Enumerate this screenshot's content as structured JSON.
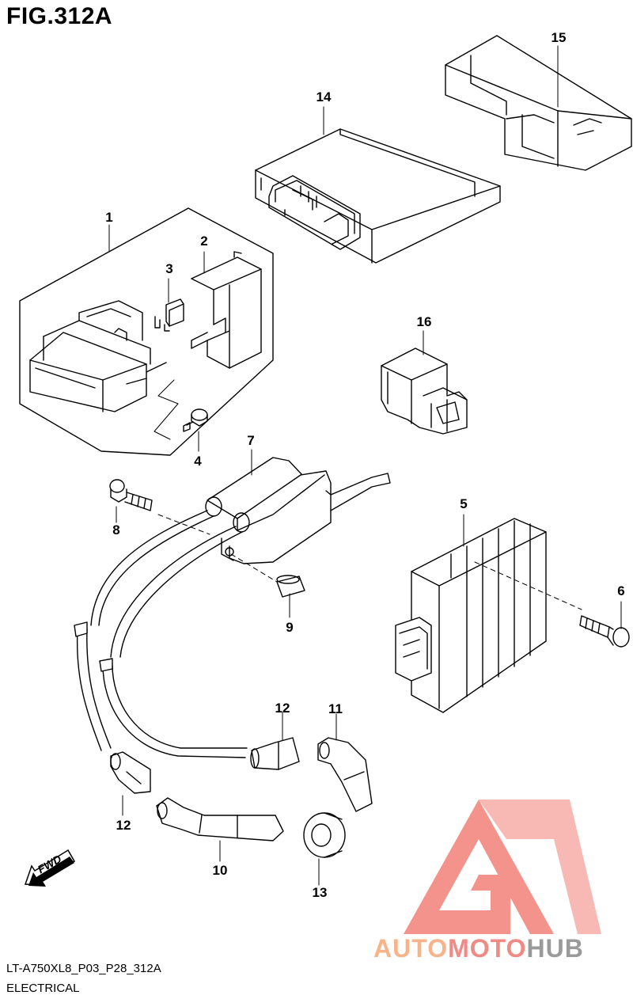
{
  "figure": {
    "title": "FIG.312A",
    "code": "LT-A750XL8_P03_P28_312A",
    "section": "ELECTRICAL"
  },
  "direction_label": "FWD",
  "callouts": [
    {
      "id": "1",
      "label": "1"
    },
    {
      "id": "2",
      "label": "2"
    },
    {
      "id": "3",
      "label": "3"
    },
    {
      "id": "4",
      "label": "4"
    },
    {
      "id": "5",
      "label": "5"
    },
    {
      "id": "6",
      "label": "6"
    },
    {
      "id": "7",
      "label": "7"
    },
    {
      "id": "8",
      "label": "8"
    },
    {
      "id": "9",
      "label": "9"
    },
    {
      "id": "10",
      "label": "10"
    },
    {
      "id": "11",
      "label": "11"
    },
    {
      "id": "12a",
      "label": "12"
    },
    {
      "id": "12b",
      "label": "12"
    },
    {
      "id": "13",
      "label": "13"
    },
    {
      "id": "14",
      "label": "14"
    },
    {
      "id": "15",
      "label": "15"
    },
    {
      "id": "16",
      "label": "16"
    }
  ],
  "watermark": {
    "part1": "AUTO",
    "part2": "MOTO",
    "part3": "HUB",
    "colors": {
      "auto": "#f7b48a",
      "moto": "#f08a84",
      "hub": "#9a9a9a",
      "logo": "#f27f78"
    }
  }
}
